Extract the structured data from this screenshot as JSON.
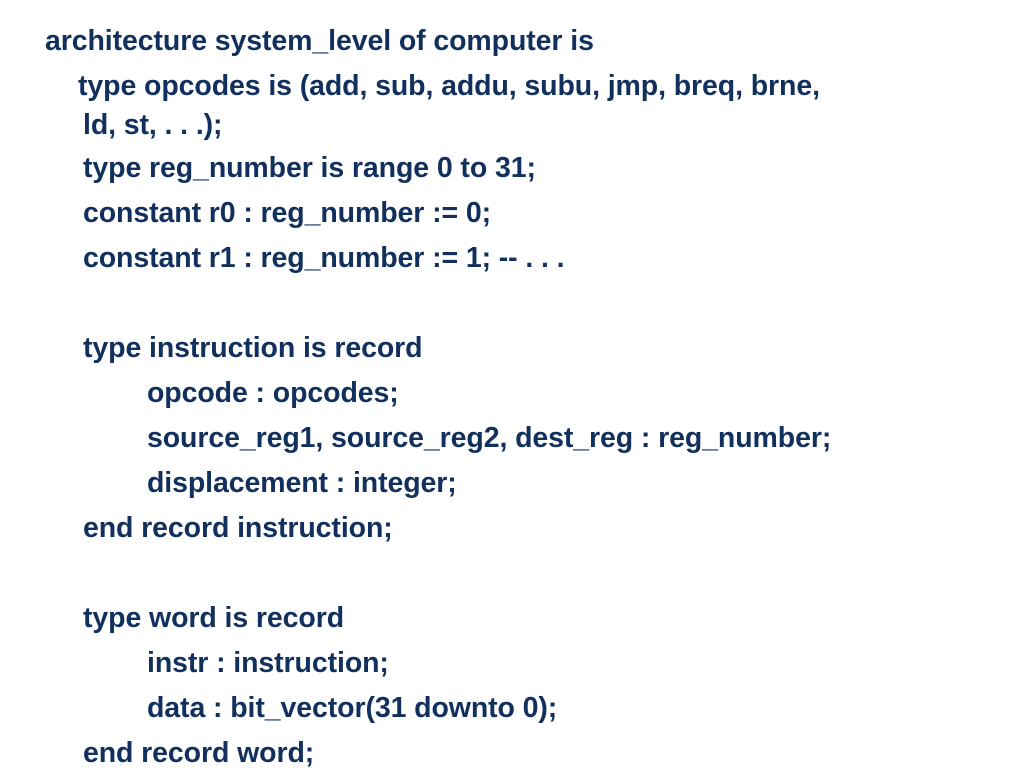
{
  "slide": {
    "text_color": "#12305e",
    "lines": [
      "architecture system_level of computer is",
      "type opcodes is (add, sub, addu, subu, jmp, breq, brne,",
      "ld, st,  . . .);",
      "type reg_number is range 0 to 31;",
      "constant r0 : reg_number := 0;",
      "constant r1 : reg_number := 1;  -- . . .",
      "type instruction is record",
      "opcode : opcodes;",
      "source_reg1, source_reg2, dest_reg : reg_number;",
      "displacement : integer;",
      "end record instruction;",
      "type word is record",
      "instr : instruction;",
      "data : bit_vector(31 downto 0);",
      "end record word;"
    ]
  }
}
